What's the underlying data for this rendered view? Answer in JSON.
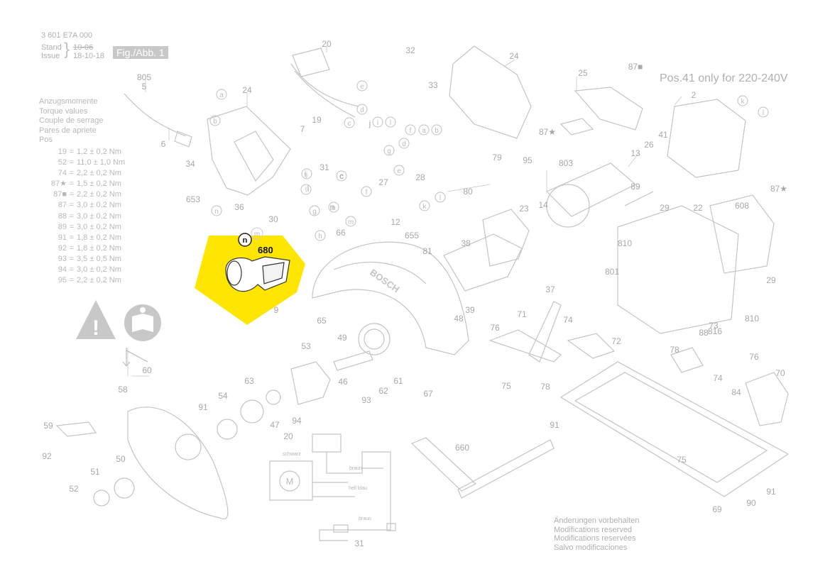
{
  "header": {
    "part_number": "3 601 E7A 000",
    "stand_label": "Stand",
    "issue_label": "Issue",
    "old_date": "10-06",
    "date": "18-10-18",
    "figure_label": "Fig./Abb. 1"
  },
  "note": "Pos.41 only for 220-240V",
  "torque": {
    "titles": [
      "Anzugsmomente",
      "Torque values",
      "Couple de serrage",
      "Pares de apriete",
      "Pos"
    ],
    "rows": [
      {
        "pos": "19",
        "value": "1,2 ± 0,2 Nm"
      },
      {
        "pos": "52",
        "value": "11,0 ± 1,0 Nm"
      },
      {
        "pos": "74",
        "value": "2,2 ± 0,2 Nm"
      },
      {
        "pos": "87★",
        "value": "1,5 ± 0,2 Nm"
      },
      {
        "pos": "87■",
        "value": "2,2 ± 0,2 Nm"
      },
      {
        "pos": "87",
        "value": "3,0 ± 0,2 Nm"
      },
      {
        "pos": "88",
        "value": "3,0 ± 0,2 Nm"
      },
      {
        "pos": "89",
        "value": "3,0 ± 0,2 Nm"
      },
      {
        "pos": "91",
        "value": "1,8 ± 0,2 Nm"
      },
      {
        "pos": "92",
        "value": "1,8 ± 0,2 Nm"
      },
      {
        "pos": "93",
        "value": "3,5 ± 0,5 Nm"
      },
      {
        "pos": "94",
        "value": "3,0 ± 0,2 Nm"
      },
      {
        "pos": "95",
        "value": "2,2 ± 0,2 Nm"
      }
    ]
  },
  "modifications": [
    "Änderungen vorbehalten",
    "Modifications reserved",
    "Modifications reservées",
    "Salvo modificaciones"
  ],
  "highlight": {
    "part": "680",
    "callouts": [
      "n",
      "m"
    ],
    "color": "#ffe600"
  },
  "wiring": {
    "labels": [
      "schwarz",
      "braun",
      "hell blau",
      "braun"
    ],
    "motor": "M"
  },
  "brand": "BOSCH",
  "part_labels": [
    "805",
    "5",
    "6",
    "34",
    "24",
    "20",
    "32",
    "33",
    "24",
    "87■",
    "25",
    "2",
    "87★",
    "41",
    "26",
    "13",
    "89",
    "19",
    "7",
    "653",
    "36",
    "30",
    "31",
    "c",
    "i",
    "j",
    "l",
    "n",
    "27",
    "28",
    "80",
    "79",
    "95",
    "803",
    "14",
    "23",
    "12",
    "655",
    "66",
    "38",
    "81",
    "680",
    "9",
    "65",
    "39",
    "37",
    "49",
    "48",
    "53",
    "46",
    "93",
    "62",
    "61",
    "67",
    "60",
    "58",
    "91",
    "54",
    "63",
    "47",
    "94",
    "59",
    "92",
    "50",
    "51",
    "52",
    "20",
    "660",
    "71",
    "74",
    "76",
    "75",
    "78",
    "72",
    "801",
    "810",
    "88",
    "73",
    "816",
    "810",
    "29",
    "87★",
    "22",
    "608",
    "29",
    "78",
    "76",
    "74",
    "70",
    "84",
    "91",
    "75",
    "91",
    "90",
    "69",
    "31"
  ],
  "colors": {
    "line": "#bdbdbd",
    "label": "#a8a8a8",
    "highlight": "#ffe600"
  }
}
